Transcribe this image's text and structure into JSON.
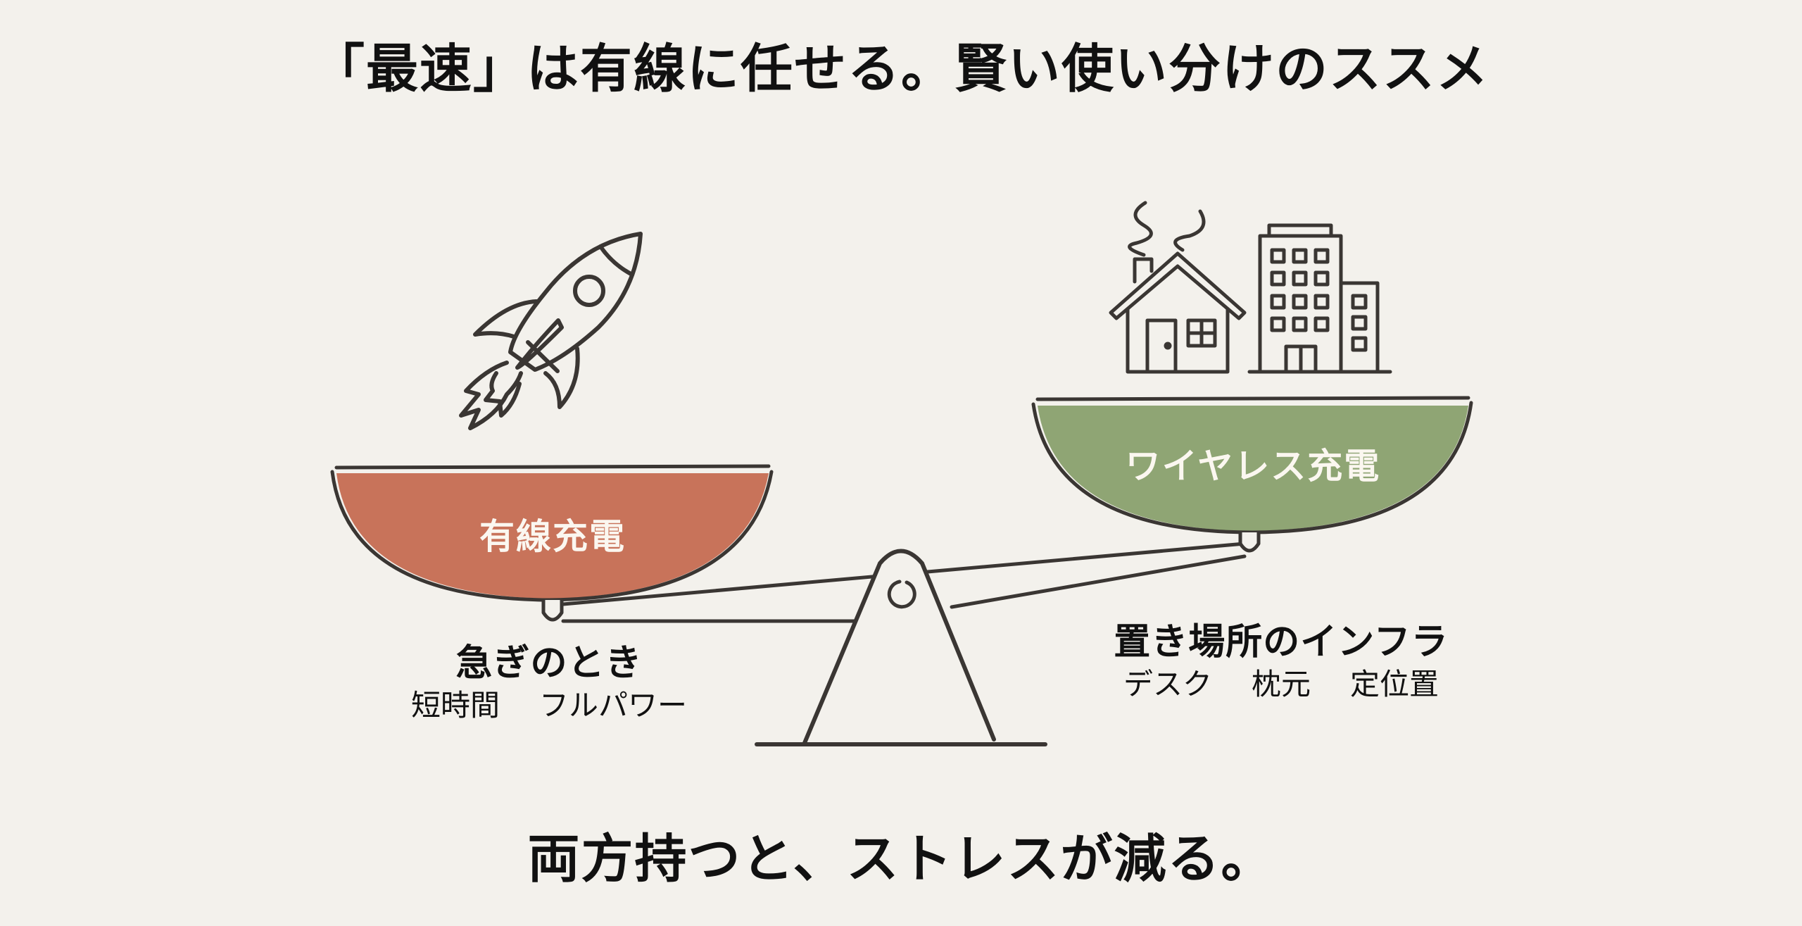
{
  "title": "「最速」は有線に任せる。賢い使い分けのススメ",
  "colors": {
    "background": "#f3f1ec",
    "wired_pan": "#c8735a",
    "wireless_pan": "#8fa574",
    "line": "#3a3633",
    "text": "#111111",
    "pan_text": "#fbf7f0"
  },
  "left": {
    "pan_label": "有線充電",
    "icon": "rocket-icon",
    "heading": "急ぎのとき",
    "items": [
      "短時間",
      "フルパワー"
    ]
  },
  "right": {
    "pan_label": "ワイヤレス充電",
    "icon": "house-and-buildings-icon",
    "heading": "置き場所のインフラ",
    "items": [
      "デスク",
      "枕元",
      "定位置"
    ]
  },
  "bottom_message": "両方持つと、ストレスが減る。"
}
